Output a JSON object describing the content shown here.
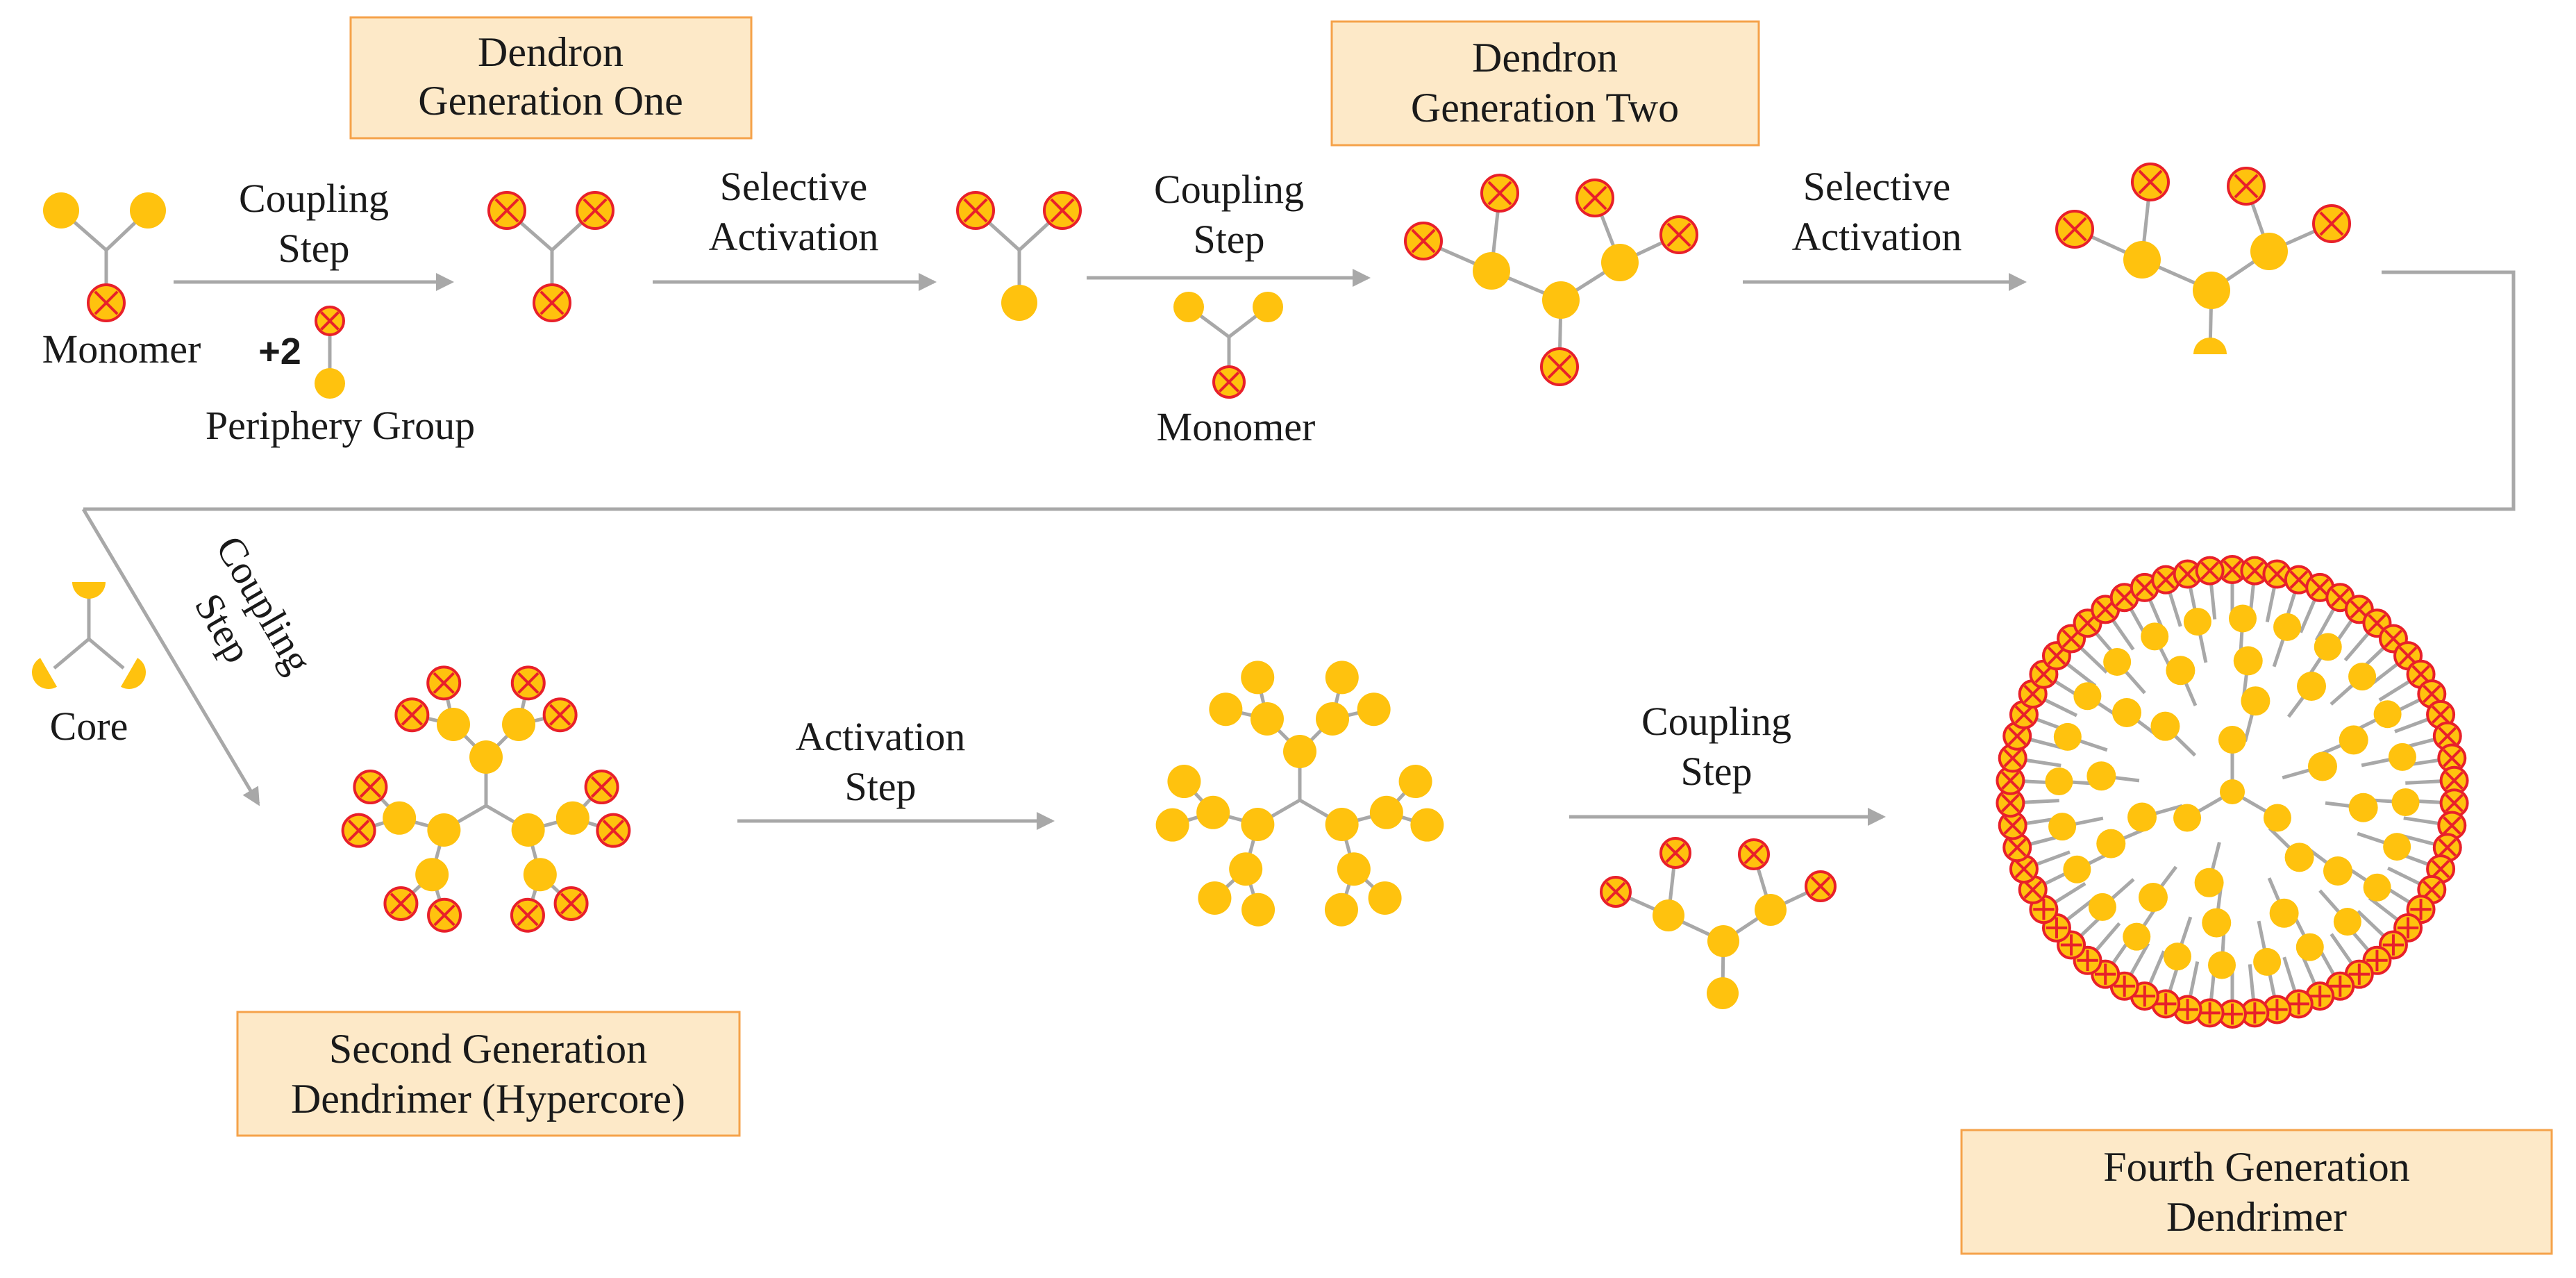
{
  "labels": {
    "box_gen_one": [
      "Dendron",
      "Generation One"
    ],
    "box_gen_two": [
      "Dendron",
      "Generation Two"
    ],
    "box_hypercore": [
      "Second Generation",
      "Dendrimer (Hypercore)"
    ],
    "box_fourth": [
      "Fourth Generation",
      "Dendrimer"
    ],
    "coupling_step_1": [
      "Coupling",
      "Step"
    ],
    "selective_activation_1": [
      "Selective",
      "Activation"
    ],
    "coupling_step_2": [
      "Coupling",
      "Step"
    ],
    "selective_activation_2": [
      "Selective",
      "Activation"
    ],
    "coupling_step_diag": [
      "Coupling",
      "Step"
    ],
    "activation_step": [
      "Activation",
      "Step"
    ],
    "coupling_step_3": [
      "Coupling",
      "Step"
    ],
    "monomer_1": "Monomer",
    "monomer_2": "Monomer",
    "plus_two": "+2",
    "periphery_group": "Periphery Group",
    "core": "Core"
  },
  "colors": {
    "bead": "#ffc20e",
    "protected_ring": "#e8202a",
    "bond": "#a8a8a8",
    "box_fill": "#fde9c8",
    "box_border": "#f5a24a"
  }
}
